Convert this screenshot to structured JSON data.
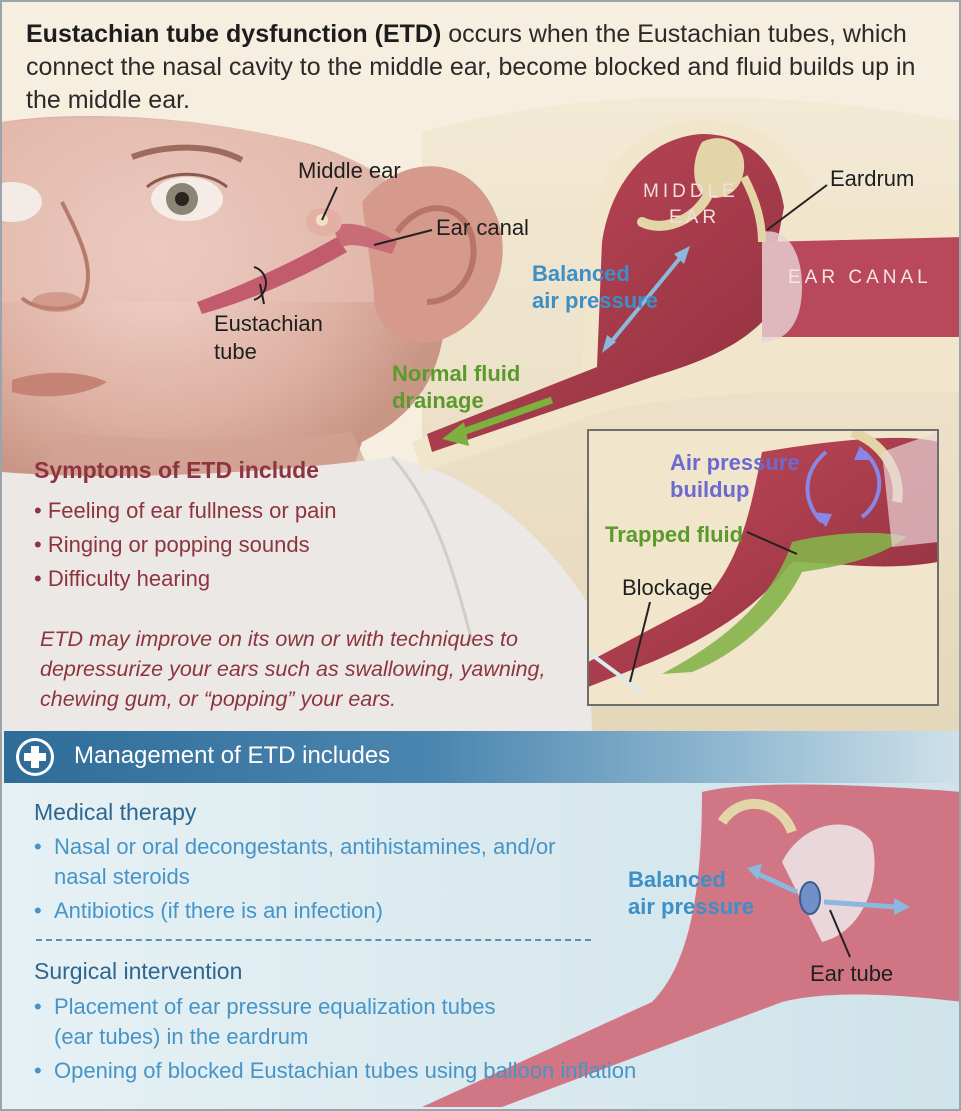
{
  "intro": {
    "bold": "Eustachian tube dysfunction (ETD)",
    "rest": " occurs when the Eustachian tubes, which connect the nasal cavity to the middle ear, become blocked and fluid builds up in the middle ear."
  },
  "face_labels": {
    "middle_ear": "Middle ear",
    "ear_canal": "Ear canal",
    "eustachian_line1": "Eustachian",
    "eustachian_line2": "tube"
  },
  "detail_labels": {
    "middle_ear_line1": "MIDDLE",
    "middle_ear_line2": "EAR",
    "eardrum": "Eardrum",
    "ear_canal": "EAR CANAL",
    "balanced_line1": "Balanced",
    "balanced_line2": "air pressure",
    "drainage_line1": "Normal fluid",
    "drainage_line2": "drainage"
  },
  "inset_labels": {
    "buildup_line1": "Air pressure",
    "buildup_line2": "buildup",
    "trapped": "Trapped fluid",
    "blockage": "Blockage"
  },
  "symptoms": {
    "title": "Symptoms of ETD include",
    "items": [
      "Feeling of ear fullness or pain",
      "Ringing or popping sounds",
      "Difficulty hearing"
    ]
  },
  "note": "ETD may improve on its own or with techniques to depressurize your ears such as swallowing, yawning, chewing gum, or “popping” your ears.",
  "management": {
    "title": "Management of ETD includes",
    "medical_title": "Medical therapy",
    "medical_items": [
      "Nasal or oral decongestants, antihistamines, and/or nasal steroids",
      "Antibiotics (if there is an infection)"
    ],
    "surgical_title": "Surgical intervention",
    "surgical_items": [
      "Placement of ear pressure equalization tubes (ear tubes) in the eardrum",
      "Opening of blocked Eustachian tubes using balloon inflation"
    ],
    "balanced_line1": "Balanced",
    "balanced_line2": "air pressure",
    "ear_tube": "Ear tube"
  },
  "colors": {
    "symptom_red": "#8e3440",
    "management_blue": "#2f6c98",
    "pressure_blue": "#3d8fc8",
    "drainage_green": "#5b9a2c",
    "buildup_purple": "#6b6ad0"
  }
}
